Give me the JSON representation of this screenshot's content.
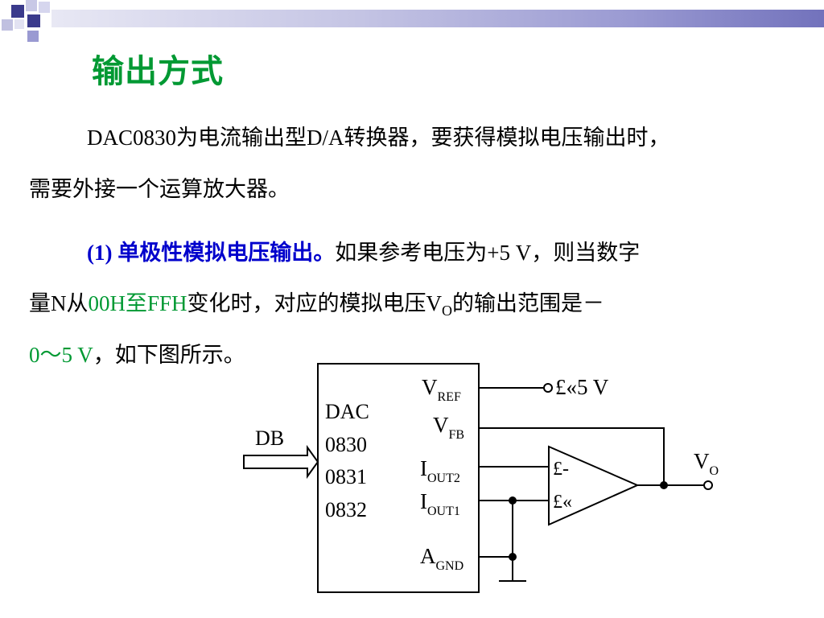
{
  "title": "输出方式",
  "paragraph1": {
    "line1": "DAC0830为电流输出型D/A转换器，要获得模拟电压输出时，",
    "line2": "需要外接一个运算放大器。"
  },
  "paragraph2": {
    "heading": "(1) 单极性模拟电压输出。",
    "line1_rest": "如果参考电压为+5 V，则当数字",
    "line2_a": "量N从",
    "line2_hex_start": "00H至FFH",
    "line2_b": "变化时，对应的模拟电压V",
    "line2_sub": "O",
    "line2_c": "的输出范围是－",
    "line3_range": "0～5 V",
    "line3_rest": "，如下图所示。"
  },
  "circuit": {
    "bus_label": "DB",
    "chip_lines": [
      "DAC",
      "0830",
      "0831",
      "0832"
    ],
    "pin_vref": "V",
    "pin_vref_sub": "REF",
    "pin_vfb": "V",
    "pin_vfb_sub": "FB",
    "pin_iout2": "I",
    "pin_iout2_sub": "OUT2",
    "pin_iout1": "I",
    "pin_iout1_sub": "OUT1",
    "pin_agnd": "A",
    "pin_agnd_sub": "GND",
    "vref_value": "£«5  V",
    "opamp_minus": "£-",
    "opamp_plus": "£«",
    "output_label": "V",
    "output_sub": "O"
  },
  "colors": {
    "title": "#009933",
    "heading": "#0000cc",
    "highlight": "#009933",
    "decor_navy": "#3a3a8c",
    "decor_lilac": "#9a9ad2"
  }
}
